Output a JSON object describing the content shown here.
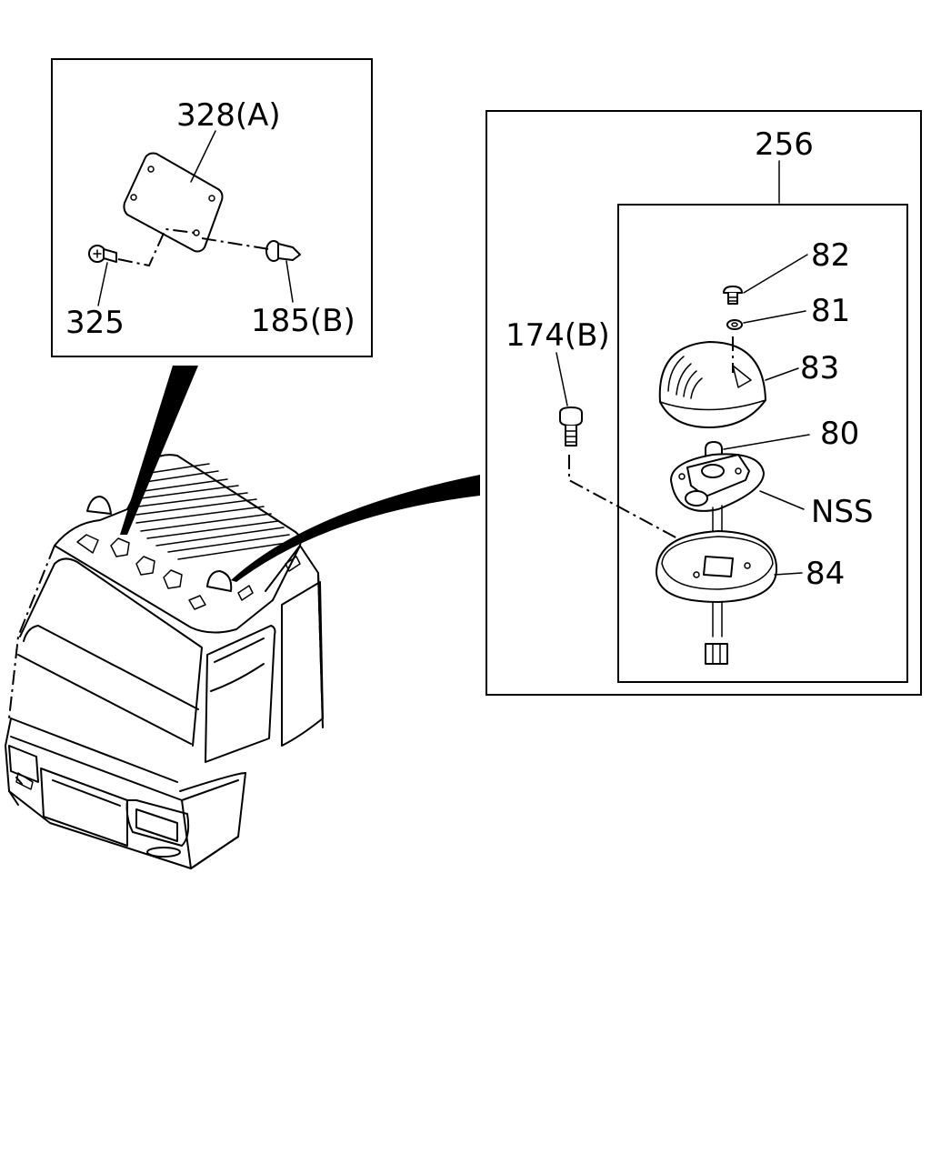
{
  "labels": {
    "part_328a": "328(A)",
    "part_325": "325",
    "part_185b": "185(B)",
    "part_256": "256",
    "part_82": "82",
    "part_81": "81",
    "part_83": "83",
    "part_80": "80",
    "part_nss": "NSS",
    "part_84": "84",
    "part_174b": "174(B)"
  }
}
